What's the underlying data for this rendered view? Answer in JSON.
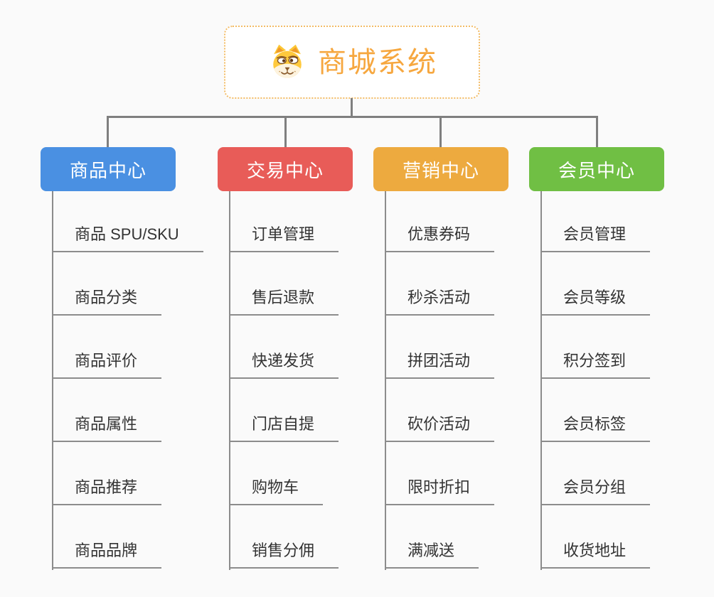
{
  "root": {
    "title": "商城系统",
    "icon": "shiba-dog-icon",
    "title_color": "#f6a73f",
    "border_color": "#f3bc66",
    "background": "#ffffff"
  },
  "connector_color": "#7f7f7f",
  "underline_color": "#8c8c8c",
  "canvas_background": "#fafafa",
  "columns": [
    {
      "label": "商品中心",
      "color": "#4a90e2",
      "items": [
        "商品 SPU/SKU",
        "商品分类",
        "商品评价",
        "商品属性",
        "商品推荐",
        "商品品牌"
      ]
    },
    {
      "label": "交易中心",
      "color": "#e85c58",
      "items": [
        "订单管理",
        "售后退款",
        "快递发货",
        "门店自提",
        "购物车",
        "销售分佣"
      ]
    },
    {
      "label": "营销中心",
      "color": "#edaa3f",
      "items": [
        "优惠券码",
        "秒杀活动",
        "拼团活动",
        "砍价活动",
        "限时折扣",
        "满减送"
      ]
    },
    {
      "label": "会员中心",
      "color": "#70bf44",
      "items": [
        "会员管理",
        "会员等级",
        "积分签到",
        "会员标签",
        "会员分组",
        "收货地址"
      ]
    }
  ]
}
